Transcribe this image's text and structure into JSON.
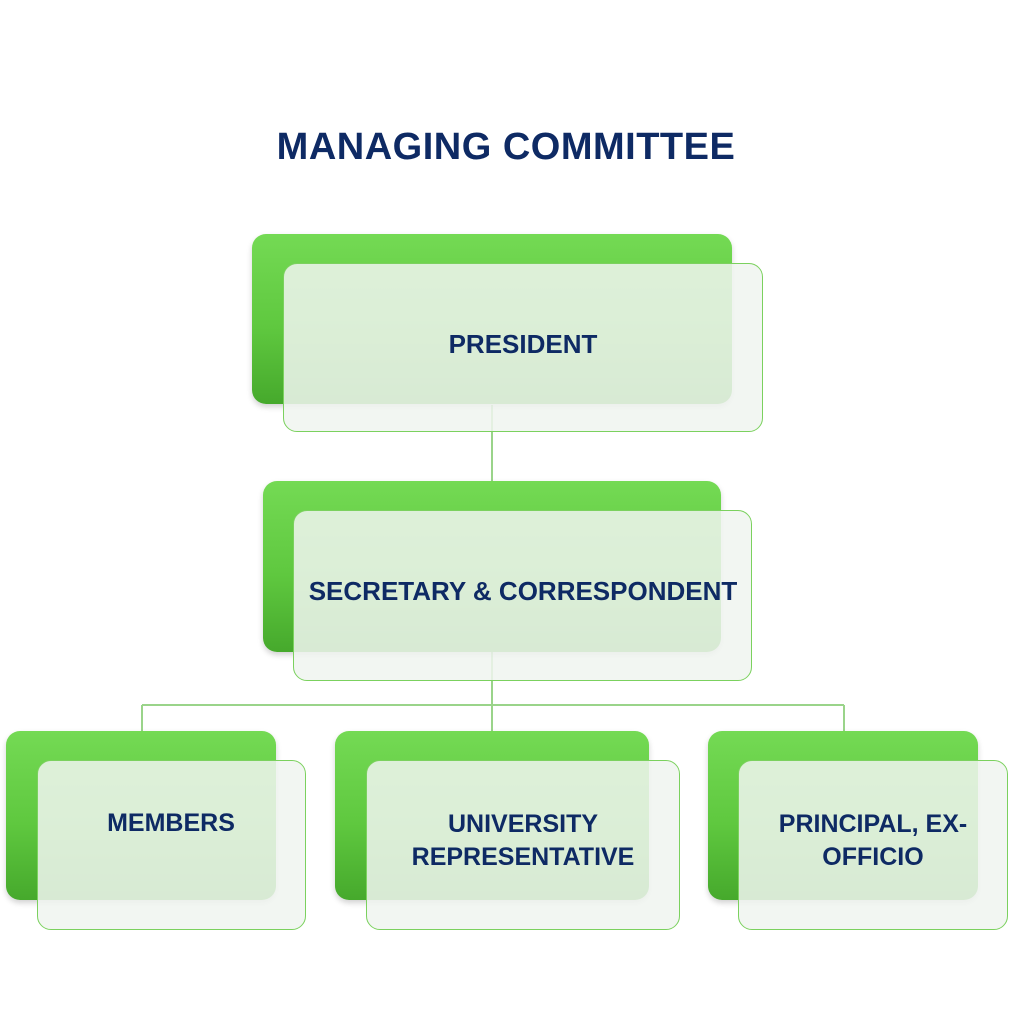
{
  "title": "MANAGING COMMITTEE",
  "colors": {
    "title_text": "#0e2a64",
    "node_back": "#5fc83f",
    "node_border": "#7bd15e",
    "node_front": "#eff4ef",
    "connector": "#9ad48a"
  },
  "nodes": {
    "president": {
      "label": "PRESIDENT"
    },
    "secretary": {
      "label": "SECRETARY & CORRESPONDENT"
    },
    "members": {
      "label": "MEMBERS"
    },
    "university": {
      "label_line1": "UNIVERSITY",
      "label_line2": "REPRESENTATIVE"
    },
    "principal": {
      "label_line1": "PRINCIPAL, EX-",
      "label_line2": "OFFICIO"
    }
  }
}
